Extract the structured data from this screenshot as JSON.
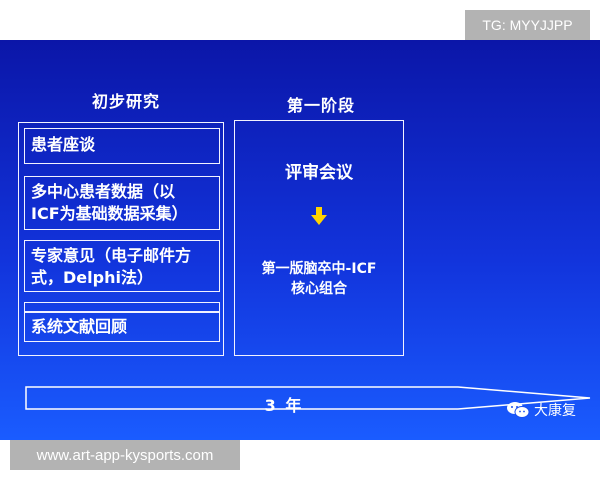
{
  "badge": {
    "tg": "TG: MYYJJPP"
  },
  "watermark": {
    "url": "www.art-app-kysports.com"
  },
  "left_column": {
    "heading": "初步研究",
    "items": [
      {
        "text": "患者座谈"
      },
      {
        "line1": "多中心患者数据（以",
        "line2": "ICF为基础数据采集）"
      },
      {
        "line1": "专家意见（电子邮件方",
        "line2": "式，Delphi法）"
      },
      {
        "text": "系统文献回顾"
      }
    ]
  },
  "right_column": {
    "heading": "第一阶段",
    "review": "评审会议",
    "result_line1": "第一版脑卒中-ICF",
    "result_line2": "核心组合"
  },
  "timeline": {
    "label": "3 年"
  },
  "logo": {
    "text": "大康复",
    "icon": "wechat-icon"
  },
  "colors": {
    "accent_arrow": "#ffd400",
    "text": "#ffffff"
  }
}
